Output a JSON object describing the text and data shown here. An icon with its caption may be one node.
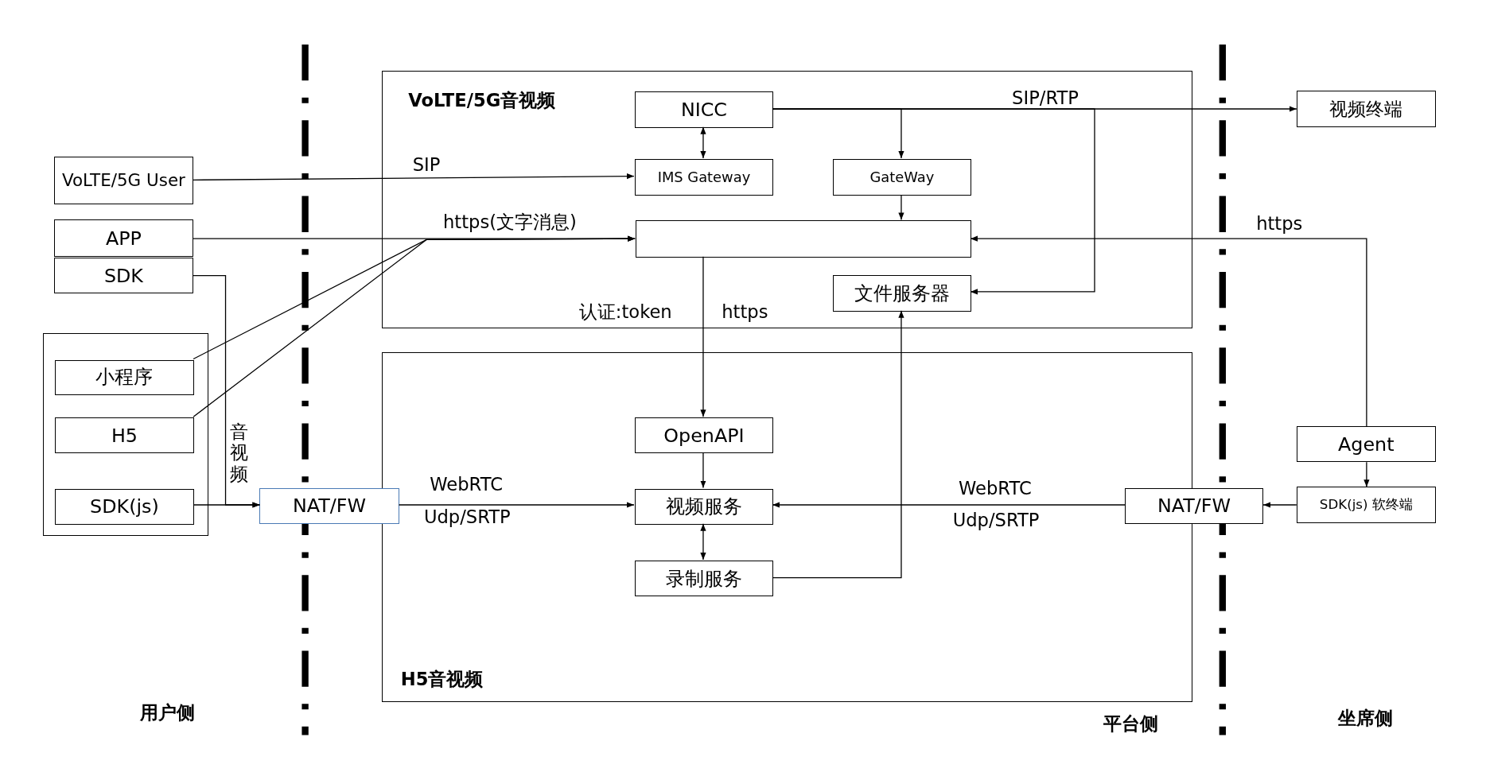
{
  "diagram": {
    "nodes": [
      {
        "text": [
          "VoLTE/5G音视频"
        ]
      },
      {
        "text": [
          "NICC"
        ],
        "in": 0
      },
      {
        "text": [
          "IMS Gateway"
        ],
        "in": 0
      },
      {
        "text": [
          "GateWay"
        ],
        "in": 0
      },
      {
        "text": [],
        "shape": "box",
        "in": 0
      },
      {
        "text": [
          "文件服务器"
        ],
        "in": 0
      },
      {
        "text": [
          "H5音视频"
        ]
      },
      {
        "text": [
          "OpenAPI"
        ],
        "in": 6
      },
      {
        "text": [
          "视频服务"
        ],
        "in": 6
      },
      {
        "text": [
          "录制服务"
        ],
        "in": 6
      },
      {
        "text": [
          "VoLTE/5G User"
        ]
      },
      {
        "text": [
          "APP"
        ]
      },
      {
        "text": [
          "SDK"
        ]
      },
      {
        "text": [],
        "shape": "box"
      },
      {
        "text": [
          "小程序"
        ],
        "in": 13
      },
      {
        "text": [
          "H5"
        ],
        "in": 13
      },
      {
        "text": [
          "SDK(js)"
        ],
        "in": 13
      },
      {
        "text": [
          "NAT/FW"
        ]
      },
      {
        "text": [
          "视频终端"
        ]
      },
      {
        "text": [
          "Agent"
        ]
      },
      {
        "text": [
          "SDK(js) 软终端"
        ]
      },
      {
        "text": [
          "NAT/FW"
        ]
      }
    ],
    "edges": [
      {
        "from": 10,
        "to": 2,
        "arrow": "to",
        "label": "SIP"
      },
      {
        "from": 11,
        "to": 4,
        "arrow": "to",
        "label": "https(文字消息)"
      },
      {
        "from": 14,
        "to": 4,
        "arrow": "to"
      },
      {
        "from": 15,
        "to": 4,
        "arrow": "to"
      },
      {
        "from": 1,
        "to": 18,
        "arrow": "to",
        "label": "SIP/RTP"
      },
      {
        "from": 1,
        "to": 3,
        "arrow": "to"
      },
      {
        "from": 1,
        "to": 5,
        "arrow": "to"
      },
      {
        "from": 1,
        "to": 2,
        "arrow": "both"
      },
      {
        "from": 3,
        "to": 4,
        "arrow": "to"
      },
      {
        "from": 19,
        "to": 4,
        "arrow": "to",
        "label": "https"
      },
      {
        "from": 4,
        "to": 7,
        "arrow": "to",
        "label": "https"
      },
      {
        "from": 7,
        "to": 8,
        "arrow": "to"
      },
      {
        "from": 8,
        "to": 9,
        "arrow": "both"
      },
      {
        "from": 9,
        "to": 5,
        "arrow": "to"
      },
      {
        "from": 12,
        "to": 17,
        "arrow": "to",
        "label": "音视频"
      },
      {
        "from": 16,
        "to": 17,
        "arrow": "to"
      },
      {
        "from": 17,
        "to": 8,
        "arrow": "to",
        "label": "WebRTC"
      },
      {
        "from": 21,
        "to": 8,
        "arrow": "to",
        "label": "WebRTC"
      },
      {
        "from": 20,
        "to": 21,
        "arrow": "to"
      },
      {
        "from": 19,
        "to": 20,
        "arrow": "to"
      }
    ],
    "labels": [
      "认证:token",
      "Udp/SRTP",
      "Udp/SRTP",
      "用户侧",
      "平台侧",
      "坐席侧"
    ]
  }
}
